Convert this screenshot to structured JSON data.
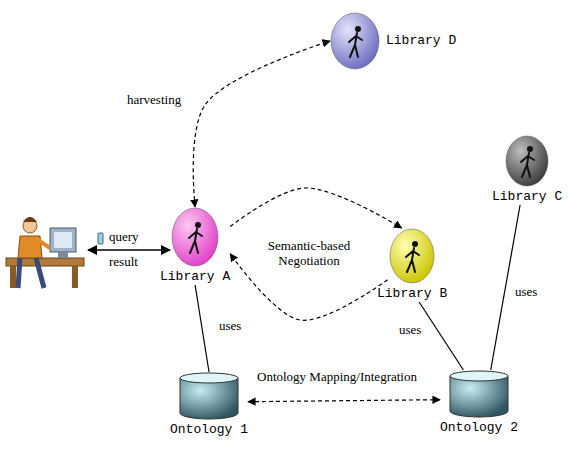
{
  "diagram": {
    "nodes": [
      {
        "text": [
          "Library D"
        ]
      },
      {
        "text": [
          "Library C"
        ]
      },
      {
        "text": [
          "Library A"
        ]
      },
      {
        "text": [
          "Library B"
        ]
      },
      {
        "text": [
          "Ontology 1"
        ]
      },
      {
        "text": [
          "Ontology 2"
        ]
      }
    ],
    "edges": [
      {
        "from": 2,
        "to": 0,
        "label": "harvesting",
        "arrow": "both"
      },
      {
        "from": 2,
        "to": 3,
        "label": "Semantic-based Negotiation",
        "arrow": "to"
      },
      {
        "from": 3,
        "to": 2,
        "arrow": "to"
      },
      {
        "from": 2,
        "to": 4,
        "label": "uses",
        "arrow": "none"
      },
      {
        "from": 3,
        "to": 5,
        "label": "uses",
        "arrow": "none"
      },
      {
        "from": 1,
        "to": 5,
        "label": "uses",
        "arrow": "none"
      },
      {
        "from": 4,
        "to": 5,
        "label": "Ontology Mapping/Integration",
        "arrow": "both"
      }
    ],
    "labels": [
      "query",
      "result"
    ]
  }
}
